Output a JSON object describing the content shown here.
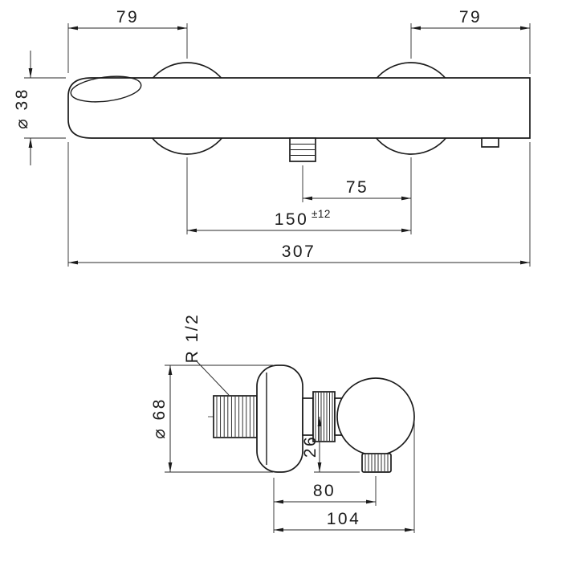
{
  "colors": {
    "line": "#1b1b1b",
    "background": "#ffffff"
  },
  "front": {
    "dim_left_offset": "79",
    "dim_right_offset": "79",
    "dim_diameter": "⌀ 38",
    "dim_outlet_to_inlet": "75",
    "dim_inlet_spacing": "150",
    "dim_inlet_tolerance": "±12",
    "dim_overall_length": "307"
  },
  "side": {
    "dim_thread": "R 1/2",
    "dim_escutcheon_diameter": "⌀ 68",
    "dim_outlet_drop": "26",
    "dim_depth_to_handle": "80",
    "dim_overall_depth": "104"
  }
}
